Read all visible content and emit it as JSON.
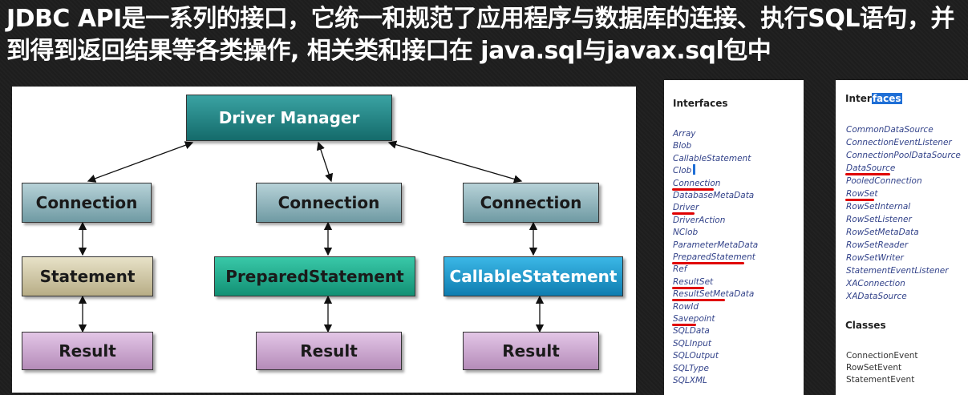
{
  "title": "JDBC API是一系列的接口，它统一和规范了应用程序与数据库的连接、执行SQL语句，并到得到返回结果等各类操作, 相关类和接口在 java.sql与javax.sql包中",
  "diagram": {
    "driver_manager": "Driver Manager",
    "connections": [
      "Connection",
      "Connection",
      "Connection"
    ],
    "statements": [
      "Statement",
      "PreparedStatement",
      "CallableStatement"
    ],
    "results": [
      "Result",
      "Result",
      "Result"
    ]
  },
  "java_sql_panel": {
    "heading": "Interfaces",
    "items": [
      "Array",
      "Blob",
      "CallableStatement",
      "Clob",
      "Connection",
      "DatabaseMetaData",
      "Driver",
      "DriverAction",
      "NClob",
      "ParameterMetaData",
      "PreparedStatement",
      "Ref",
      "ResultSet",
      "ResultSetMetaData",
      "RowId",
      "Savepoint",
      "SQLData",
      "SQLInput",
      "SQLOutput",
      "SQLType",
      "SQLXML"
    ]
  },
  "javax_sql_panel": {
    "heading_prefix": "Inter",
    "heading_highlight": "faces",
    "interfaces": [
      "CommonDataSource",
      "ConnectionEventListener",
      "ConnectionPoolDataSource",
      "DataSource",
      "PooledConnection",
      "RowSet",
      "RowSetInternal",
      "RowSetListener",
      "RowSetMetaData",
      "RowSetReader",
      "RowSetWriter",
      "StatementEventListener",
      "XAConnection",
      "XADataSource"
    ],
    "classes_heading": "Classes",
    "classes": [
      "ConnectionEvent",
      "RowSetEvent",
      "StatementEvent"
    ]
  },
  "colors": {
    "background": "#1e1e1e",
    "underline": "#e00000",
    "link": "#33438a",
    "highlight": "#1f6fd6"
  }
}
